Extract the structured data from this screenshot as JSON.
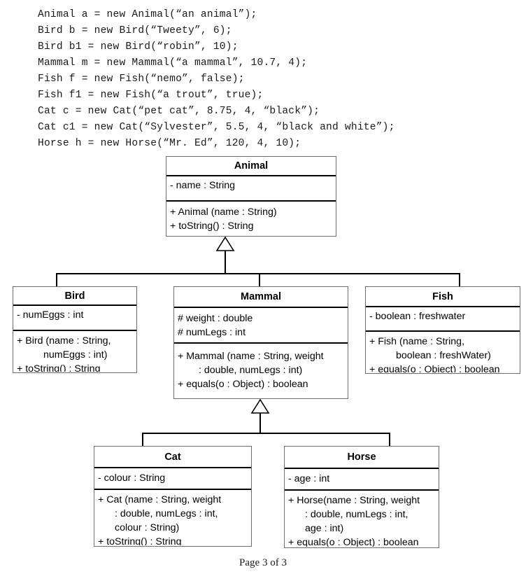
{
  "code_listing": {
    "lines": [
      "Animal a = new Animal(“an animal”);",
      "Bird b = new Bird(“Tweety”, 6);",
      "Bird b1 = new Bird(“robin”, 10);",
      "Mammal m = new Mammal(“a mammal”, 10.7, 4);",
      "Fish f = new Fish(“nemo”, false);",
      "Fish f1 = new Fish(“a trout”, true);",
      "Cat c = new Cat(“pet cat”, 8.75, 4, “black”);",
      "Cat c1 = new Cat(“Sylvester”, 5.5, 4, “black and white”);",
      "Horse h = new Horse(“Mr. Ed”, 120, 4, 10);"
    ]
  },
  "diagram": {
    "type": "uml-class-diagram",
    "relationship": "generalization",
    "classes": {
      "animal": {
        "name": "Animal",
        "attributes": [
          "- name : String"
        ],
        "methods": [
          "+ Animal (name : String)",
          "+ toString() : String"
        ]
      },
      "bird": {
        "name": "Bird",
        "attributes": [
          "- numEggs : int"
        ],
        "methods": [
          "+ Bird (name : String,",
          "numEggs : int)",
          "+ toString() : String"
        ]
      },
      "mammal": {
        "name": "Mammal",
        "attributes": [
          "# weight : double",
          "# numLegs : int"
        ],
        "methods": [
          "+ Mammal (name : String, weight",
          ": double, numLegs : int)",
          "+ equals(o : Object) : boolean"
        ]
      },
      "fish": {
        "name": "Fish",
        "attributes": [
          "- boolean : freshwater"
        ],
        "methods": [
          "+ Fish (name : String,",
          "boolean : freshWater)",
          "+ equals(o : Object) : boolean"
        ]
      },
      "cat": {
        "name": "Cat",
        "attributes": [
          "- colour : String"
        ],
        "methods": [
          "+ Cat (name : String, weight",
          ": double, numLegs : int,",
          "colour : String)",
          "+ toString() : String"
        ]
      },
      "horse": {
        "name": "Horse",
        "attributes": [
          "- age : int"
        ],
        "methods": [
          "+ Horse(name : String, weight",
          ": double, numLegs : int,",
          "age : int)",
          "+ equals(o : Object) : boolean"
        ]
      }
    },
    "inheritance": [
      {
        "parent": "Animal",
        "children": [
          "Bird",
          "Mammal",
          "Fish"
        ]
      },
      {
        "parent": "Mammal",
        "children": [
          "Cat",
          "Horse"
        ]
      }
    ]
  },
  "footer": {
    "page_label": "Page 3 of 3"
  }
}
